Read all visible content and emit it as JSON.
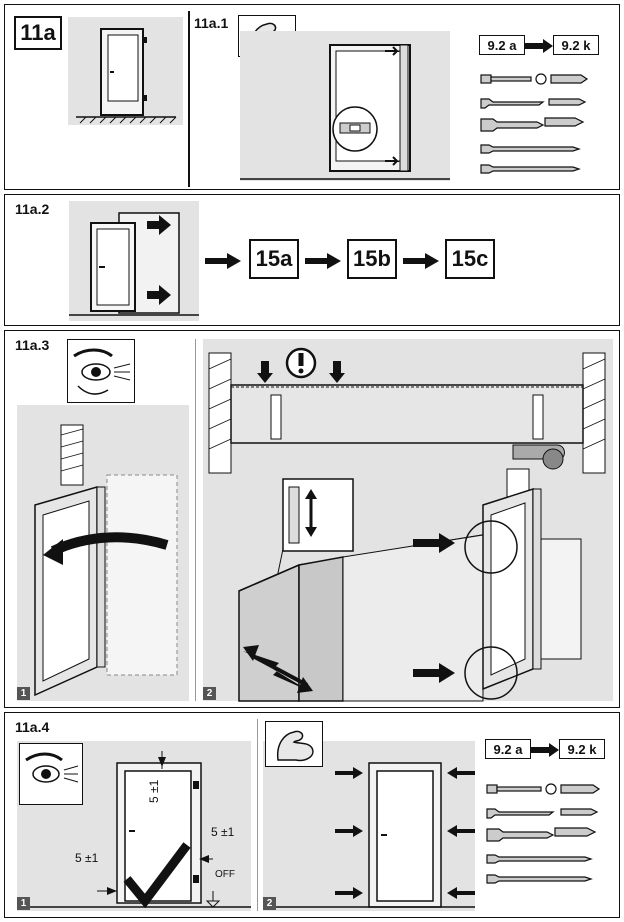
{
  "step": {
    "main_label": "11a",
    "sub_1": "11a.1",
    "sub_2": "11a.2",
    "sub_3": "11a.3",
    "sub_4": "11a.4"
  },
  "refs": {
    "from_a": "9.2 a",
    "to_k": "9.2 k",
    "from_a_2": "9.2 a",
    "to_k_2": "9.2 k"
  },
  "sequence": [
    "15a",
    "15b",
    "15c"
  ],
  "dimensions": {
    "top_gap": "5 ±1",
    "side_gap_right": "5 ±1",
    "side_gap_left": "5 ±1",
    "off_label": "OFF"
  },
  "sub_step_numbers": {
    "a3_1": "1",
    "a3_2": "2",
    "a4_1": "1",
    "a4_2": "2"
  },
  "icons": [
    "flexed-arm-icon",
    "eye-icon",
    "warning-exclamation-icon",
    "checkmark-icon",
    "arrow-icon",
    "screw-icon"
  ]
}
